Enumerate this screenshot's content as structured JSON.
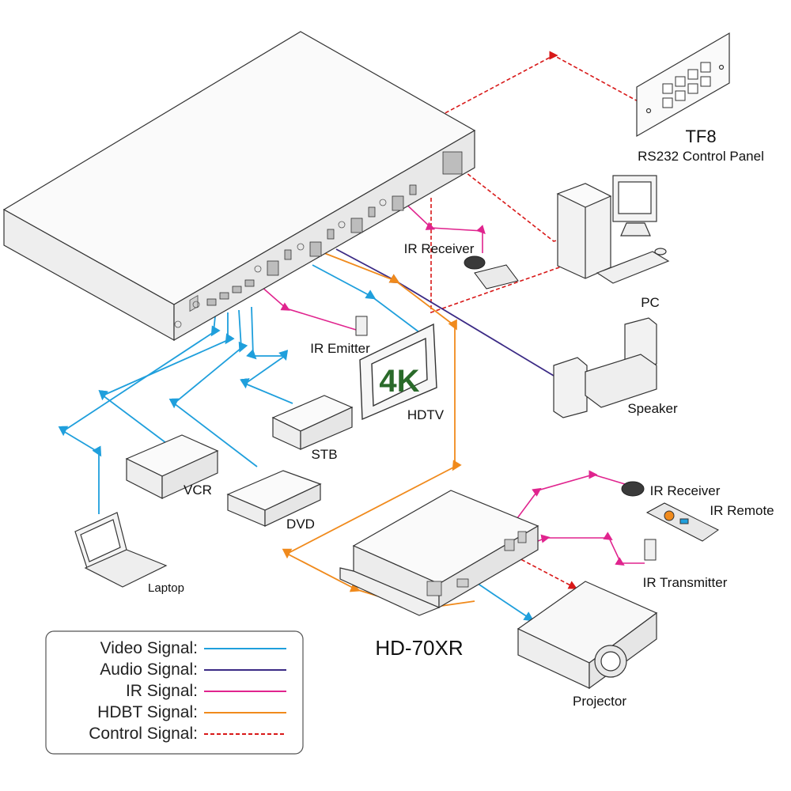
{
  "colors": {
    "video": "#1f9fdc",
    "audio": "#3b2a85",
    "ir": "#e0248e",
    "hdbt": "#f08a1c",
    "control": "#d81818",
    "device_outline": "#333333",
    "device_fill": "#f4f4f4"
  },
  "labels": {
    "tf8_title": "TF8",
    "tf8_subtitle": "RS232 Control Panel",
    "pc": "PC",
    "ir_receiver_top": "IR Receiver",
    "ir_emitter": "IR Emitter",
    "hdtv": "HDTV",
    "hdtv_screen": "4K",
    "speaker": "Speaker",
    "stb": "STB",
    "vcr": "VCR",
    "dvd": "DVD",
    "laptop": "Laptop",
    "ir_receiver_right": "IR Receiver",
    "ir_remote": "IR Remote",
    "ir_transmitter": "IR Transmitter",
    "hd70xr": "HD-70XR",
    "projector": "Projector"
  },
  "legend": [
    {
      "label": "Video Signal:",
      "color": "#1f9fdc",
      "style": "solid"
    },
    {
      "label": "Audio Signal:",
      "color": "#3b2a85",
      "style": "solid"
    },
    {
      "label": "IR  Signal:",
      "color": "#e0248e",
      "style": "solid"
    },
    {
      "label": "HDBT  Signal:",
      "color": "#f08a1c",
      "style": "solid"
    },
    {
      "label": "Control  Signal:",
      "color": "#d81818",
      "style": "dashed"
    }
  ],
  "icons": {
    "switcher": "matrix-switcher-icon",
    "tf8": "control-panel-icon",
    "pc": "desktop-pc-icon",
    "hdtv": "tv-icon",
    "speaker": "speaker-icon",
    "stb": "set-top-box-icon",
    "vcr": "vcr-icon",
    "dvd": "dvd-player-icon",
    "laptop": "laptop-icon",
    "receiver": "hdbt-receiver-icon",
    "projector": "projector-icon",
    "ir_remote": "remote-icon"
  }
}
